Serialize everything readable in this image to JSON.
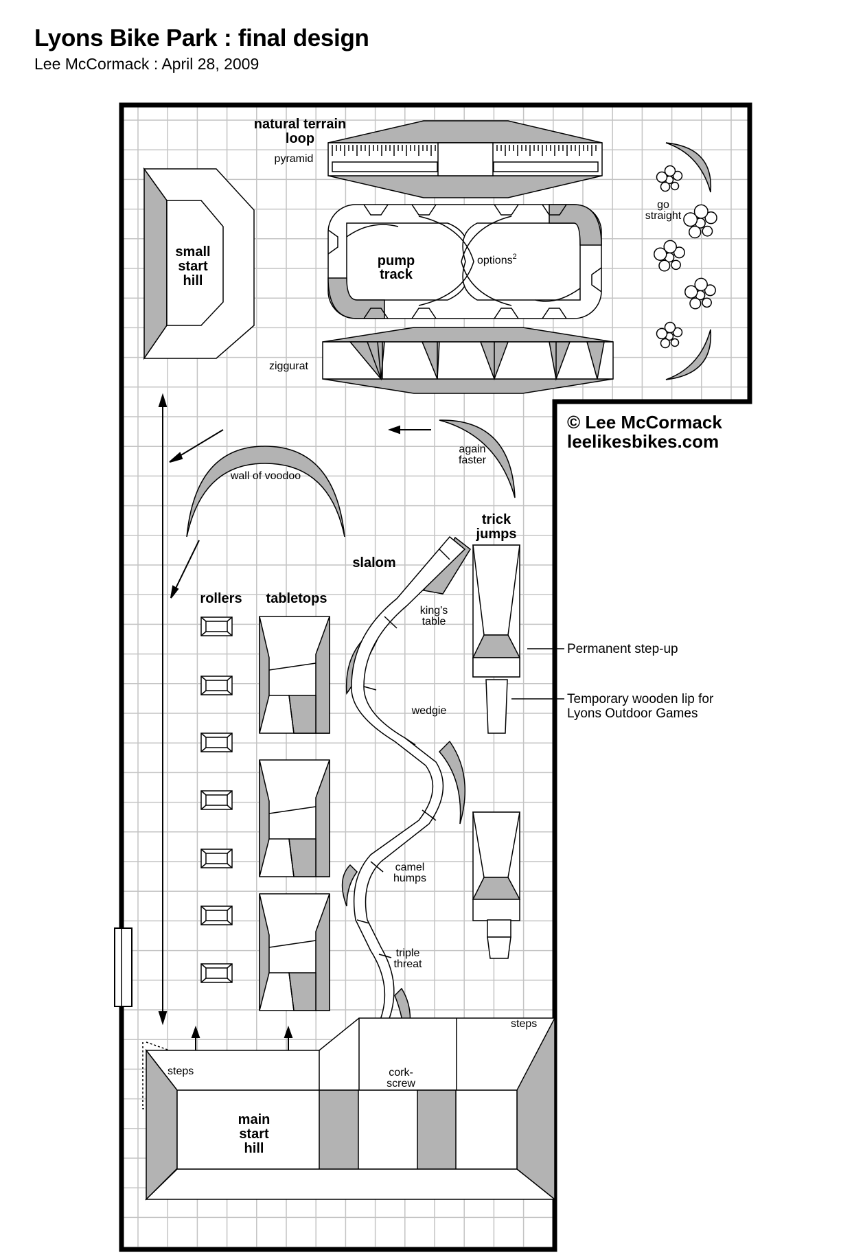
{
  "title": "Lyons Bike Park : final design",
  "subtitle": "Lee McCormack : April 28, 2009",
  "copyright": {
    "line1": "© Lee McCormack",
    "line2": "leelikesbikes.com"
  },
  "features": {
    "natural_terrain_line1": "natural terrain",
    "natural_terrain_line2": "loop",
    "pyramid": "pyramid",
    "small_start_line1": "small",
    "small_start_line2": "start",
    "small_start_line3": "hill",
    "pump_line1": "pump",
    "pump_line2": "track",
    "options": "options",
    "options_sup": "2",
    "ziggurat": "ziggurat",
    "go_line1": "go",
    "go_line2": "straight",
    "again_line1": "again",
    "again_line2": "faster",
    "wall_of_voodoo": "wall of voodoo",
    "trick_line1": "trick",
    "trick_line2": "jumps",
    "slalom": "slalom",
    "rollers": "rollers",
    "tabletops": "tabletops",
    "kings_line1": "king's",
    "kings_line2": "table",
    "wedgie": "wedgie",
    "camel_line1": "camel",
    "camel_line2": "humps",
    "triple_line1": "triple",
    "triple_line2": "threat",
    "cork_line1": "cork-",
    "cork_line2": "screw",
    "steps_left": "steps",
    "steps_right": "steps",
    "main_start_line1": "main",
    "main_start_line2": "start",
    "main_start_line3": "hill",
    "permanent_stepup": "Permanent step-up",
    "temp_lip_line1": "Temporary wooden lip for",
    "temp_lip_line2": "Lyons Outdoor Games"
  }
}
